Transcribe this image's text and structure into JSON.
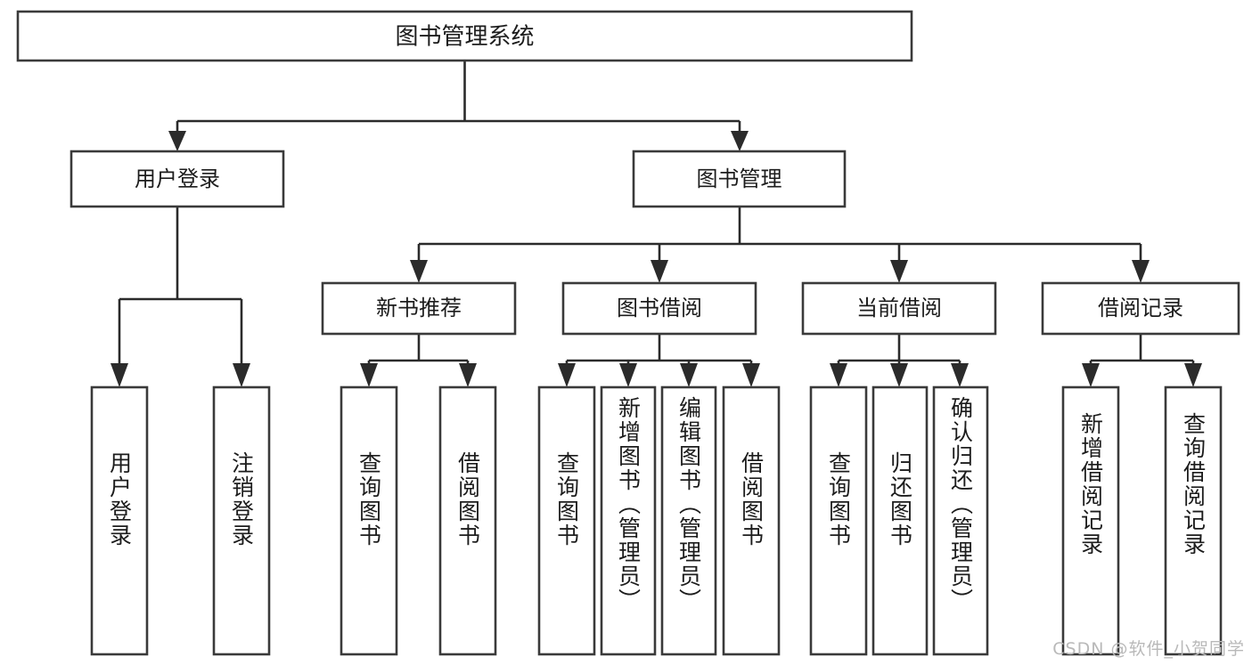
{
  "diagram": {
    "type": "tree-hierarchy",
    "title": "图书管理系统",
    "orientation": "top-down",
    "colors": {
      "background": "#ffffff",
      "box_stroke": "#3a3a3a",
      "box_fill": "#ffffff",
      "connector": "#2b2b2b",
      "text": "#1c1c1c",
      "watermark": "#b9b9b9"
    },
    "root": {
      "label": "图书管理系统"
    },
    "level2": [
      {
        "label": "用户登录"
      },
      {
        "label": "图书管理"
      }
    ],
    "level3": [
      {
        "label": "新书推荐"
      },
      {
        "label": "图书借阅"
      },
      {
        "label": "当前借阅"
      },
      {
        "label": "借阅记录"
      }
    ],
    "leaves": {
      "user_login": [
        {
          "label": "用户登录"
        },
        {
          "label": "注销登录"
        }
      ],
      "new_book_recommend": [
        {
          "label": "查询图书"
        },
        {
          "label": "借阅图书"
        }
      ],
      "book_borrow": [
        {
          "label": "查询图书"
        },
        {
          "label": "新增图书（管理员）"
        },
        {
          "label": "编辑图书（管理员）"
        },
        {
          "label": "借阅图书"
        }
      ],
      "current_borrow": [
        {
          "label": "查询图书"
        },
        {
          "label": "归还图书"
        },
        {
          "label": "确认归还（管理员）"
        }
      ],
      "borrow_record": [
        {
          "label": "新增借阅记录"
        },
        {
          "label": "查询借阅记录"
        }
      ]
    },
    "watermark": "CSDN @软件_小贺同学"
  }
}
